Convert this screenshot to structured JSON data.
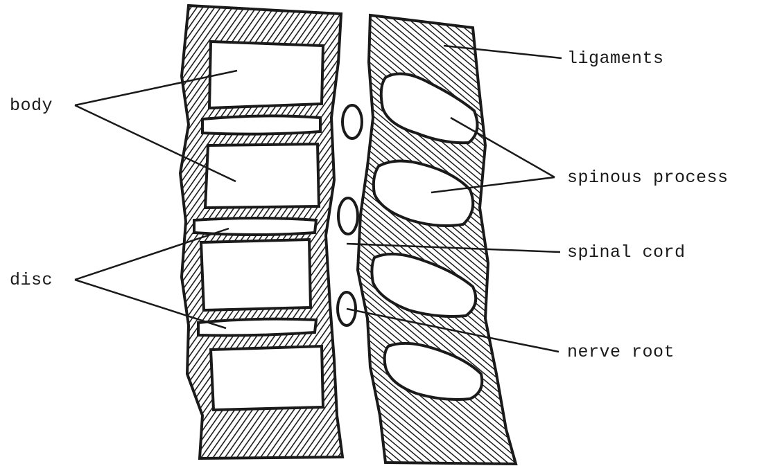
{
  "labels": {
    "body": "body",
    "disc": "disc",
    "ligaments": "ligaments",
    "spinous_process": "spinous process",
    "spinal_cord": "spinal cord",
    "nerve_root": "nerve root"
  },
  "colors": {
    "ink": "#1a1a1a",
    "paper": "#ffffff"
  }
}
